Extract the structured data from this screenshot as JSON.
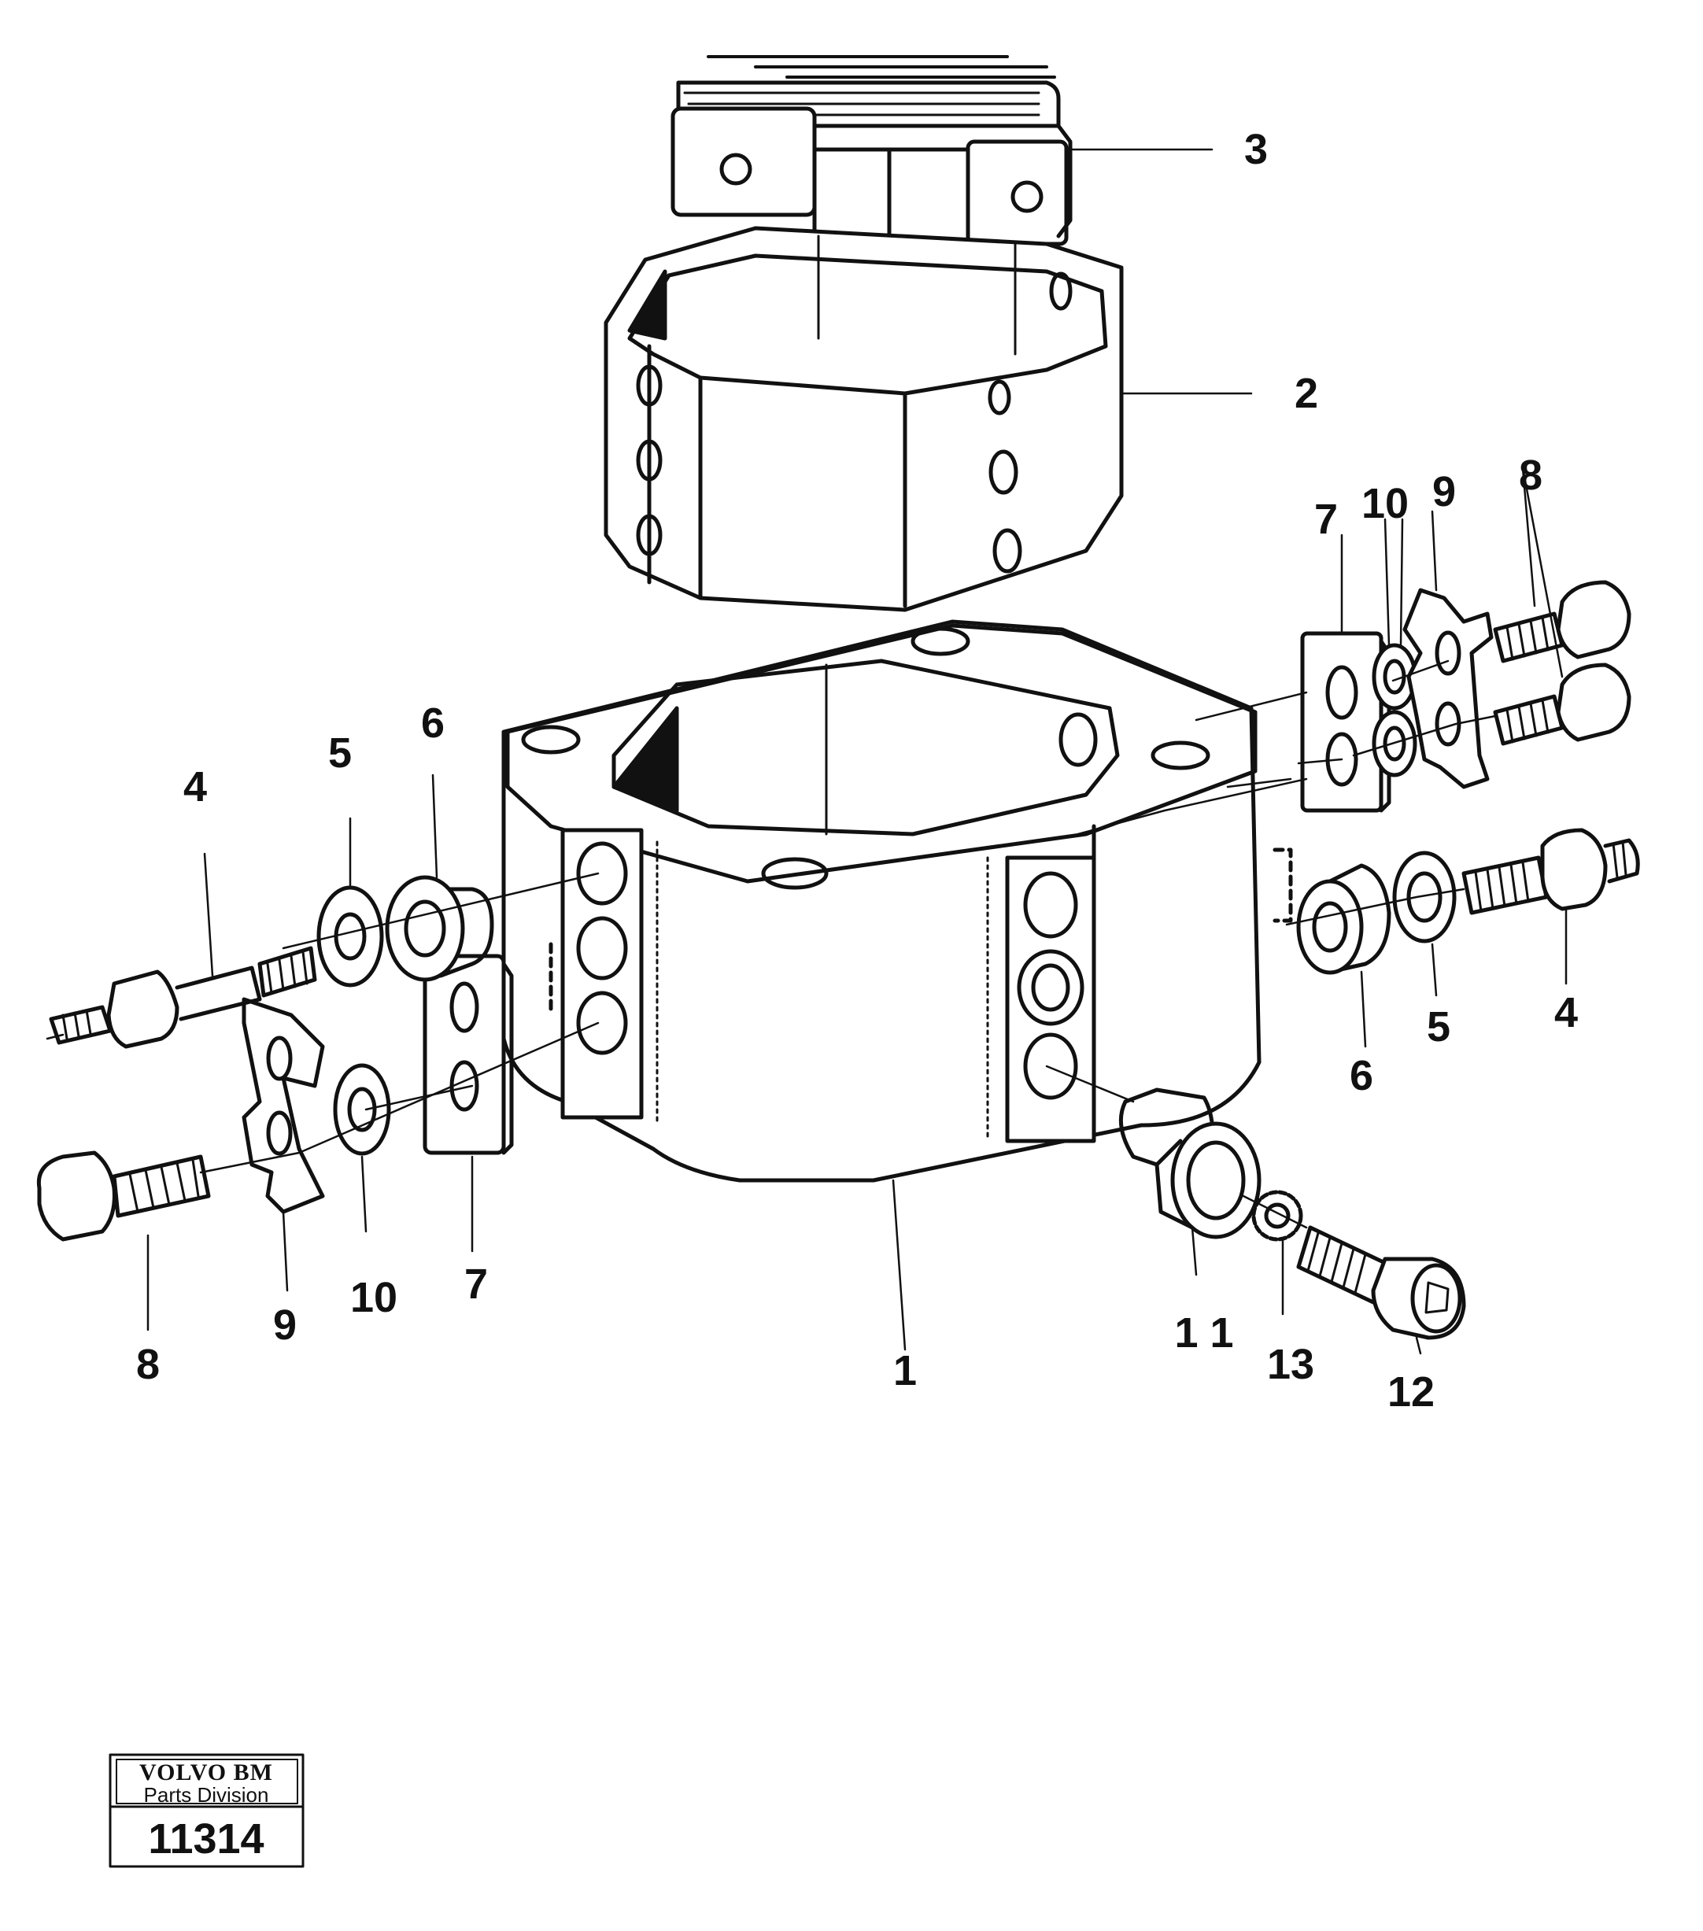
{
  "callouts": {
    "c1": "1",
    "c2": "2",
    "c3": "3",
    "c4_left": "4",
    "c4_right": "4",
    "c5_left": "5",
    "c5_right": "5",
    "c6_left": "6",
    "c6_right": "6",
    "c7_left": "7",
    "c7_right": "7",
    "c8_left": "8",
    "c8_right": "8",
    "c9_left": "9",
    "c9_right": "9",
    "c10_left": "10",
    "c10_right": "10",
    "c11": "1 1",
    "c12": "12",
    "c13": "13"
  },
  "plate": {
    "brand": "VOLVO BM",
    "division": "Parts Division",
    "number": "11314"
  }
}
